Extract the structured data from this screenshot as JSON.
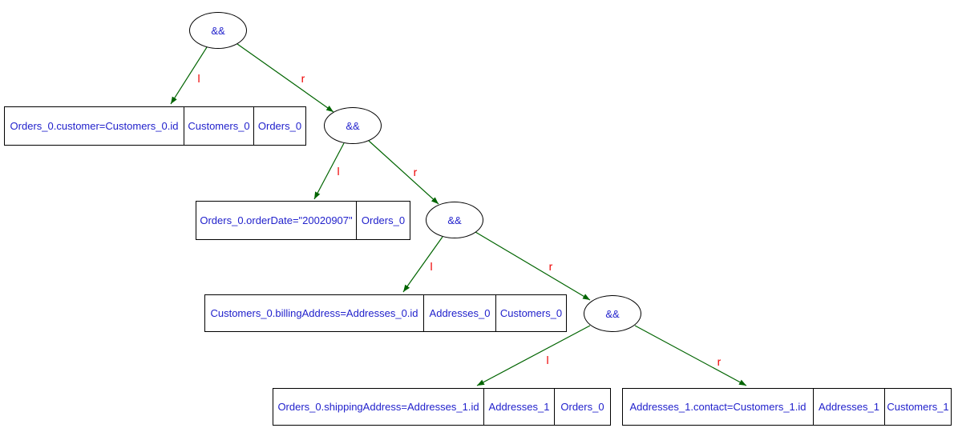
{
  "diagram": {
    "type": "expression-tree",
    "colors": {
      "background": "#ffffff",
      "node_border": "#000000",
      "node_text": "#2222cc",
      "edge": "#006400",
      "edge_label": "#ee0000"
    },
    "and_nodes": [
      {
        "label": "&&"
      },
      {
        "label": "&&"
      },
      {
        "label": "&&"
      },
      {
        "label": "&&"
      }
    ],
    "records": [
      {
        "cells": [
          "Orders_0.customer=Customers_0.id",
          "Customers_0",
          "Orders_0"
        ]
      },
      {
        "cells": [
          "Orders_0.orderDate=\"20020907\"",
          "Orders_0"
        ]
      },
      {
        "cells": [
          "Customers_0.billingAddress=Addresses_0.id",
          "Addresses_0",
          "Customers_0"
        ]
      },
      {
        "cells": [
          "Orders_0.shippingAddress=Addresses_1.id",
          "Addresses_1",
          "Orders_0"
        ]
      },
      {
        "cells": [
          "Addresses_1.contact=Customers_1.id",
          "Addresses_1",
          "Customers_1"
        ]
      }
    ],
    "edges": [
      {
        "label": "l"
      },
      {
        "label": "r"
      },
      {
        "label": "l"
      },
      {
        "label": "r"
      },
      {
        "label": "l"
      },
      {
        "label": "r"
      },
      {
        "label": "l"
      },
      {
        "label": "r"
      }
    ]
  }
}
